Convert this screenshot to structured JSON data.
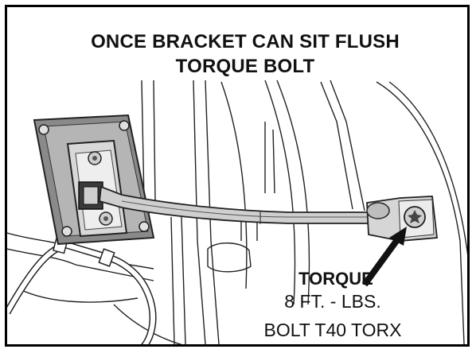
{
  "title": {
    "line1": "ONCE BRACKET CAN SIT FLUSH",
    "line2": "TORQUE BOLT"
  },
  "callout": {
    "label": "TORQUE",
    "spec": "8 FT. - LBS.",
    "bolt": "BOLT T40 TORX"
  }
}
